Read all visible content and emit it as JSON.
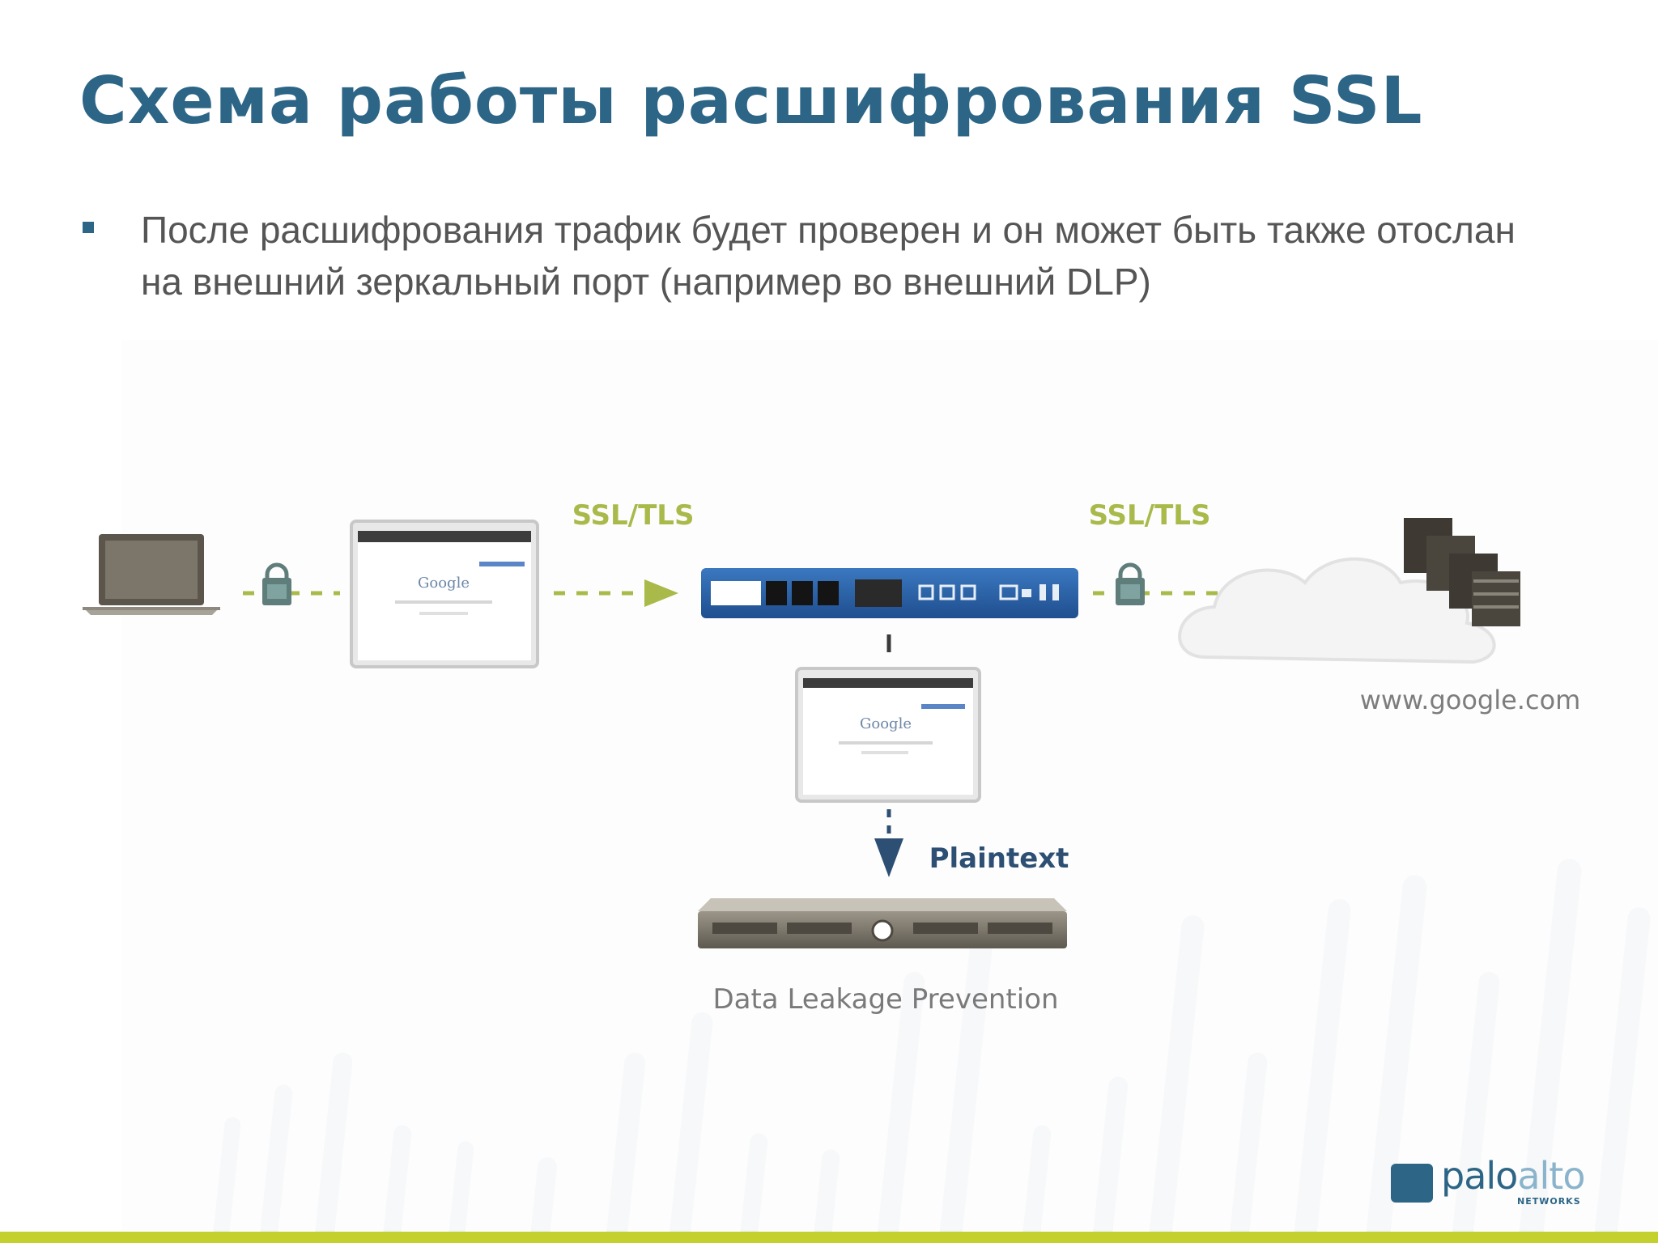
{
  "slide": {
    "title": "Схема работы расшифрования SSL",
    "bullet": "После расшифрования трафик будет проверен и он может быть также отослан на внешний зеркальный порт (например во внешний DLP)"
  },
  "diagram": {
    "label_ssl_left": "SSL/TLS",
    "label_ssl_right": "SSL/TLS",
    "label_domain": "www.google.com",
    "label_plaintext": "Plaintext",
    "label_dlp": "Data Leakage Prevention",
    "browser_logo_text": "Google"
  },
  "logo": {
    "name_part1": "palo",
    "name_part2": "alto",
    "sub": "NETWORKS"
  },
  "colors": {
    "title": "#2c6586",
    "accent_green": "#a9b94a",
    "firewall_blue": "#2a62a8",
    "bottom_bar": "#c3d02d"
  }
}
